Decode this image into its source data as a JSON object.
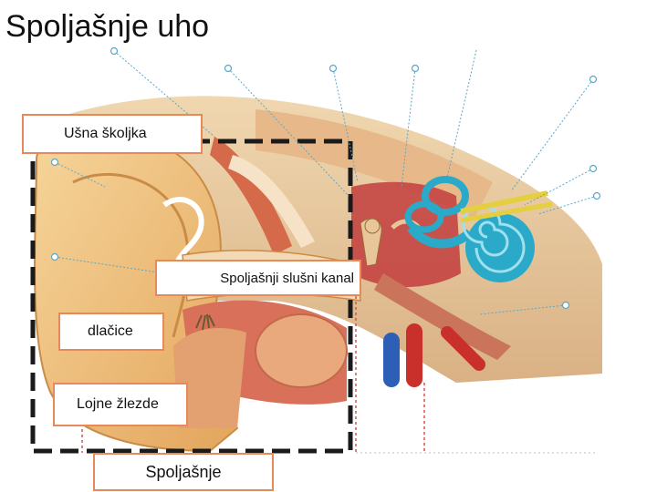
{
  "title": "Spoljašnje uho",
  "labels": {
    "auricle": "Ušna školjka",
    "ear_canal": "Spoljašnji slušni kanal",
    "hairs": "dlačice",
    "sebaceous_glands": "Lojne žlezde",
    "region": "Spoljašnje"
  },
  "colors": {
    "label_border": "#e8895a",
    "region_frame": "#1a1a1a",
    "leader_blue": "#5aa7c8",
    "divider_red": "#d9534f",
    "cochlea": "#2aa9c9",
    "skin": "#f2c27a",
    "tissue_red": "#c8473a"
  }
}
